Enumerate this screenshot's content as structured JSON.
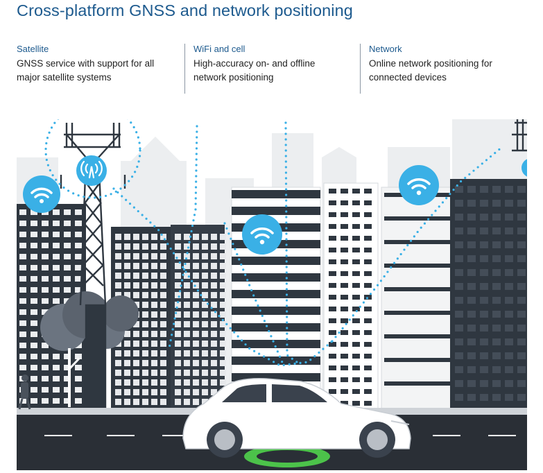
{
  "header": {
    "title": "Cross-platform GNSS and network positioning"
  },
  "columns": [
    {
      "heading": "Satellite",
      "body_line1": "GNSS service with support for all",
      "body_line2": "major satellite systems"
    },
    {
      "heading": "WiFi and cell",
      "body_line1": "High-accuracy on- and offline",
      "body_line2": "network positioning"
    },
    {
      "heading": "Network",
      "body_line1": "Online network positioning for",
      "body_line2": "connected devices"
    }
  ],
  "colors": {
    "title_blue": "#1d5a8e",
    "signal_blue": "#3ab0e6",
    "dark_building": "#2f3740",
    "road": "#2a2f36",
    "locator_green": "#4cc24a"
  },
  "illustration": {
    "icons": [
      "wifi-icon",
      "cell-tower-icon",
      "wifi-icon",
      "wifi-icon"
    ]
  }
}
